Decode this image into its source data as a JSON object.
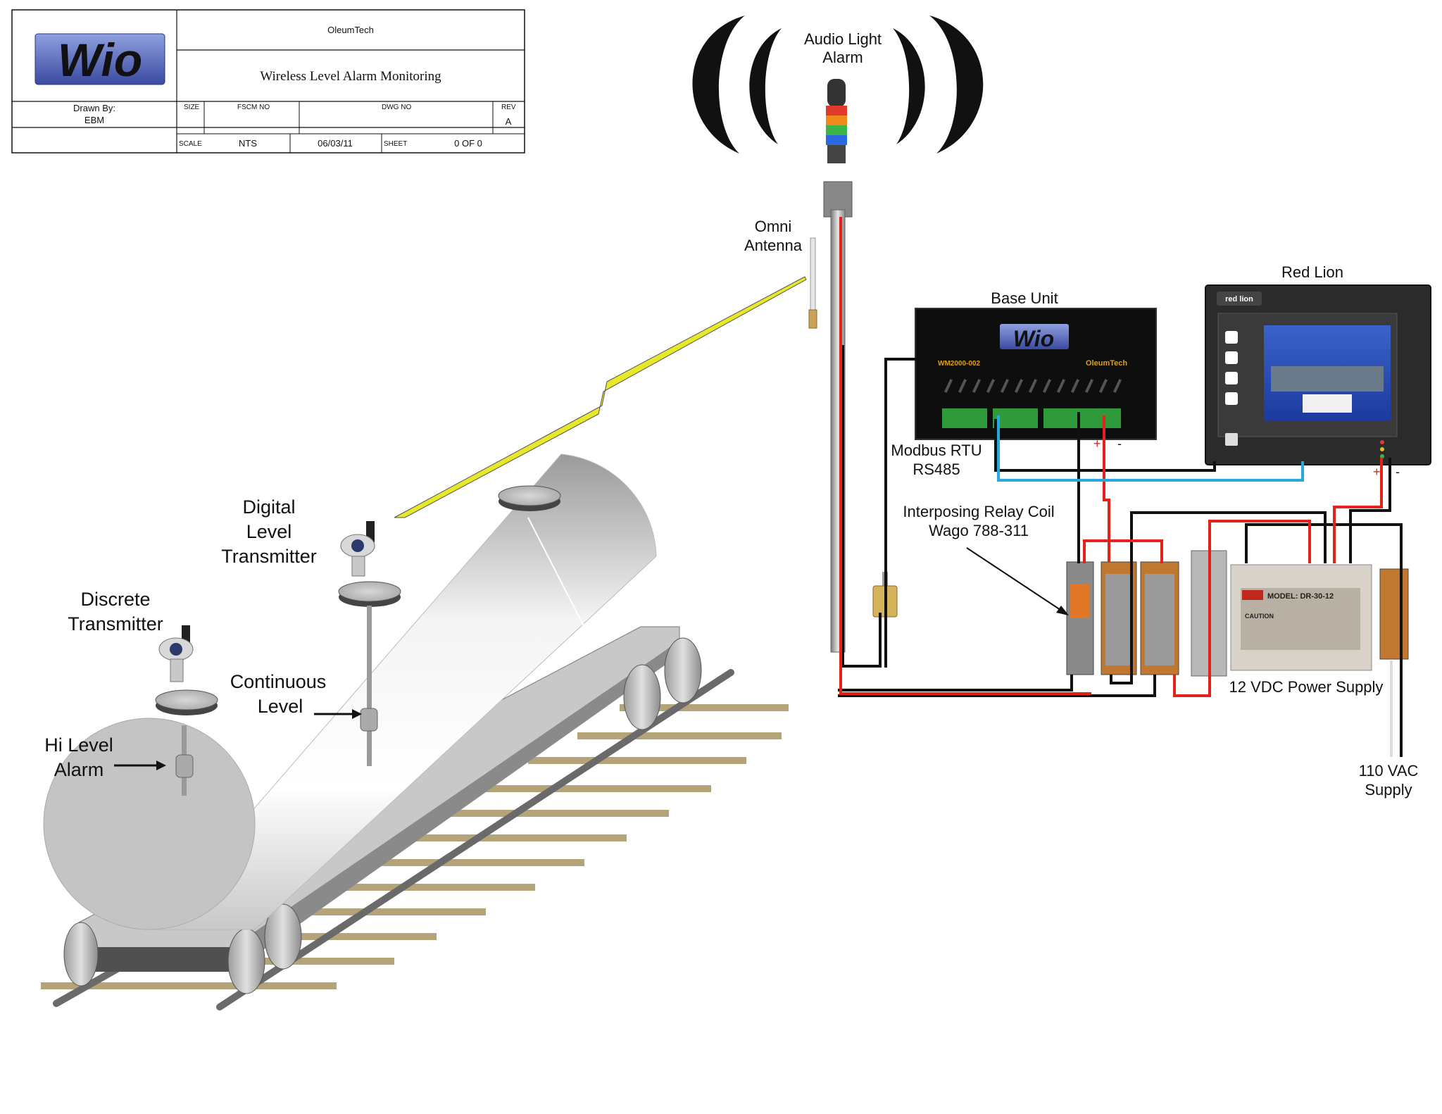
{
  "title_block": {
    "company": "OleumTech",
    "title": "Wireless Level Alarm Monitoring",
    "logo_text": "Wio",
    "drawn_by_label": "Drawn By:",
    "drawn_by": "EBM",
    "size_label": "SIZE",
    "fscm_label": "FSCM NO",
    "dwg_label": "DWG NO",
    "rev_label": "REV",
    "rev": "A",
    "scale_label": "SCALE",
    "scale": "NTS",
    "date": "06/03/11",
    "sheet_label": "SHEET",
    "sheet": "0 OF 0"
  },
  "labels": {
    "audio_light_alarm": [
      "Audio Light",
      "Alarm"
    ],
    "omni_antenna": [
      "Omni",
      "Antenna"
    ],
    "base_unit": "Base Unit",
    "red_lion": "Red Lion",
    "modbus": [
      "Modbus RTU",
      "RS485"
    ],
    "relay": [
      "Interposing Relay Coil",
      "Wago 788-311"
    ],
    "power_supply": "12 VDC Power Supply",
    "vac_supply": [
      "110 VAC",
      "Supply"
    ],
    "digital_level": [
      "Digital",
      "Level",
      "Transmitter"
    ],
    "discrete_transmitter": [
      "Discrete",
      "Transmitter"
    ],
    "continuous_level": [
      "Continuous",
      "Level"
    ],
    "hi_level_alarm": [
      "Hi Level",
      "Alarm"
    ],
    "plus": "+",
    "minus": "-"
  },
  "device_text": {
    "base_logo": "Wio",
    "base_model": "WM2000-002",
    "base_brand": "OleumTech",
    "redlion_brand": "red lion",
    "psu_model": "MODEL: DR-30-12",
    "psu_caution": "CAUTION"
  },
  "colors": {
    "wire_red": "#e2231a",
    "wire_black": "#111111",
    "wire_blue": "#29a8e0",
    "lightning": "#e8e82a",
    "rail_tie": "#b5a47a",
    "logo_blue": "#4d5fb0"
  }
}
